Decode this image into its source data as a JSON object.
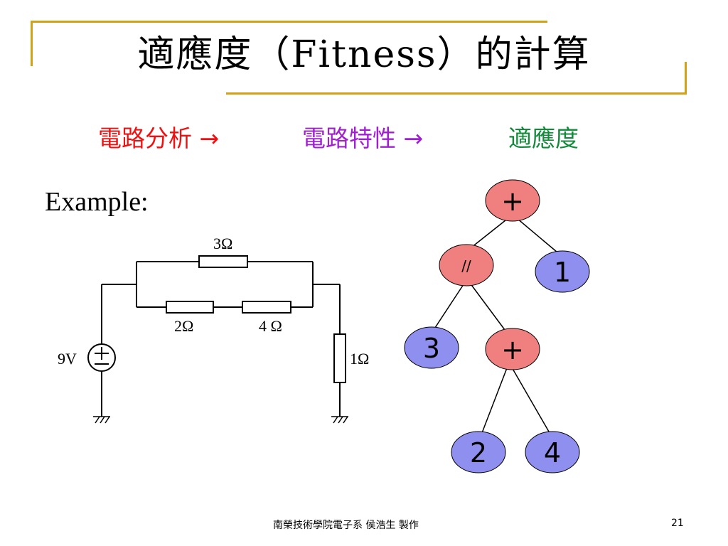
{
  "slide": {
    "title": "適應度（Fitness）的計算",
    "flow": {
      "step1": "電路分析 →",
      "step2": "電路特性 →",
      "step3": "適應度"
    },
    "example_label": "Example:",
    "footer_text": "南榮技術學院電子系  侯浩生  製作",
    "page_number": "21"
  },
  "colors": {
    "frame": "#d4a017",
    "step1": "#ee1111",
    "step2": "#a020d0",
    "step3": "#118a3a",
    "node_red": "#f08080",
    "node_blue": "#8f8fef"
  },
  "circuit": {
    "source_label": "9V",
    "r_top": "3Ω",
    "r_left": "2Ω",
    "r_mid": "4 Ω",
    "r_right": "1Ω"
  },
  "tree": {
    "root": "+",
    "div": "//",
    "one": "1",
    "three": "3",
    "plus2": "+",
    "two": "2",
    "four": "4"
  }
}
